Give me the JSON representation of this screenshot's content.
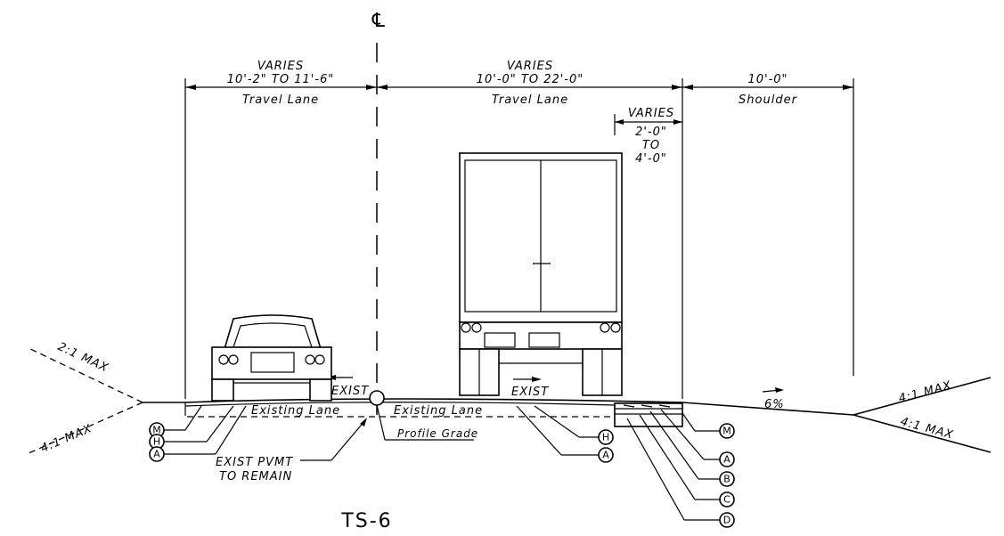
{
  "centerline_symbol": "℄",
  "dimensions": {
    "left_lane": {
      "top": "VARIES",
      "range": "10'-2\" TO 11'-6\"",
      "name": "Travel Lane"
    },
    "right_lane": {
      "top": "VARIES",
      "range": "10'-0\" TO 22'-0\"",
      "name": "Travel Lane"
    },
    "shoulder": {
      "range": "10'-0\"",
      "name": "Shoulder"
    },
    "widening": {
      "l1": "VARIES",
      "l2": "2'-0\"",
      "l3": "TO",
      "l4": "4'-0\""
    }
  },
  "slopes": {
    "left_upper": "2:1 MAX",
    "left_lower": "4:1 MAX",
    "right_upper": "4:1 MAX",
    "right_lower": "4:1 MAX",
    "shoulder_pct": "6%"
  },
  "labels": {
    "exist_left": "EXIST",
    "exist_right": "EXIST",
    "existing_lane_left": "Existing Lane",
    "existing_lane_right": "Existing Lane",
    "profile_grade": "Profile Grade",
    "exist_pvmt_1": "EXIST PVMT",
    "exist_pvmt_2": "TO REMAIN"
  },
  "callouts": {
    "m_left": "M",
    "h_left": "H",
    "a_left": "A",
    "h_mid": "H",
    "a_mid": "A",
    "m_right": "M",
    "a_right": "A",
    "b_right": "B",
    "c_right": "C",
    "d_right": "D"
  },
  "sheet_title": "TS-6"
}
